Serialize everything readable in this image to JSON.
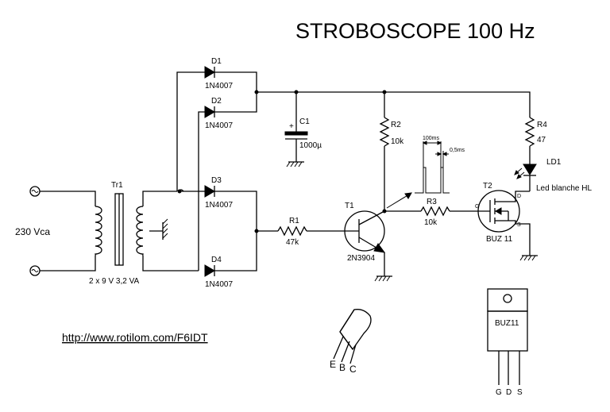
{
  "title": "STROBOSCOPE 100 Hz",
  "url": "http://www.rotilom.com/F6IDT",
  "mains": {
    "label": "230 Vca"
  },
  "transformer": {
    "ref": "Tr1",
    "spec": "2 x 9 V  3,2 VA"
  },
  "diodes": [
    {
      "ref": "D1",
      "value": "1N4007"
    },
    {
      "ref": "D2",
      "value": "1N4007"
    },
    {
      "ref": "D3",
      "value": "1N4007"
    },
    {
      "ref": "D4",
      "value": "1N4007"
    }
  ],
  "capacitor": {
    "ref": "C1",
    "value": "1000µ",
    "polarity": "+"
  },
  "resistors": [
    {
      "ref": "R1",
      "value": "47k"
    },
    {
      "ref": "R2",
      "value": "10k"
    },
    {
      "ref": "R3",
      "value": "10k"
    },
    {
      "ref": "R4",
      "value": "47"
    }
  ],
  "transistor": {
    "ref": "T1",
    "value": "2N3904",
    "pins": [
      "E",
      "B",
      "C"
    ]
  },
  "mosfet": {
    "ref": "T2",
    "value": "BUZ 11",
    "pin_g": "G",
    "pin_d": "D",
    "pin_s": "S",
    "package_label": "BUZ11",
    "package_pins": [
      "G",
      "D",
      "S"
    ]
  },
  "led": {
    "ref": "LD1",
    "value": "Led blanche HL"
  },
  "pulse": {
    "period_label": "100ms",
    "width_label": "0,5ms"
  }
}
